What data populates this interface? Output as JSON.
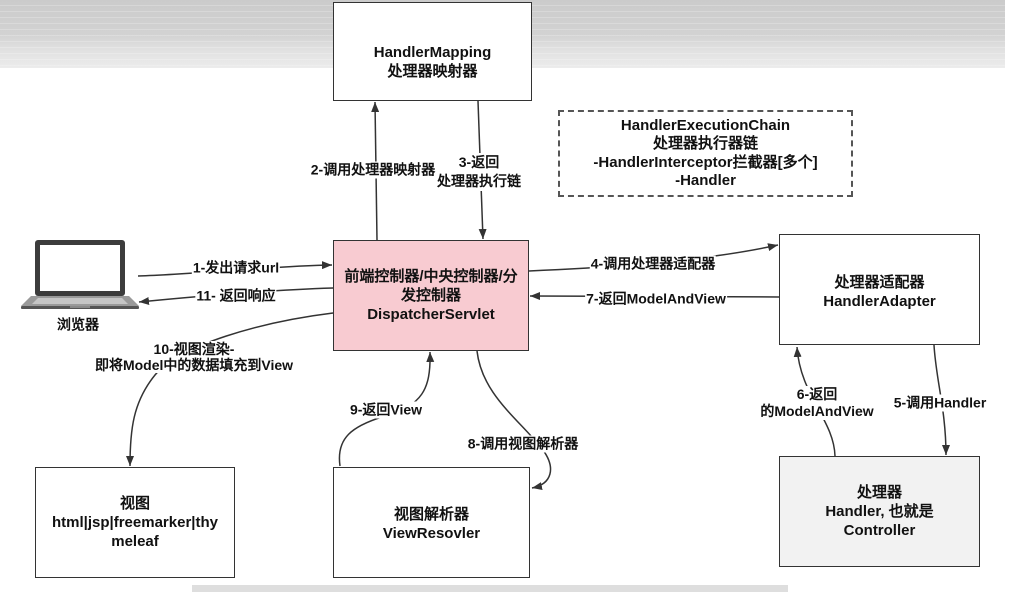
{
  "diagram": {
    "handler_mapping": {
      "name": "HandlerMapping",
      "cn": "处理器映射器"
    },
    "execution_chain": {
      "line1": "HandlerExecutionChain",
      "line2": "处理器执行器链",
      "line3": "-HandlerInterceptor拦截器[多个]",
      "line4": "-Handler"
    },
    "dispatcher": {
      "line1": "前端控制器/中央控制器/分",
      "line2": "发控制器",
      "line3": "DispatcherServlet"
    },
    "handler_adapter": {
      "cn": "处理器适配器",
      "name": "HandlerAdapter"
    },
    "handler": {
      "line1": "处理器",
      "line2": "Handler, 也就是",
      "line3": "Controller"
    },
    "view_resolver": {
      "cn": "视图解析器",
      "name": "ViewResovler"
    },
    "view": {
      "line1": "视图",
      "line2": "html|jsp|freemarker|thy",
      "line3": "meleaf"
    },
    "browser": {
      "label": "浏览器",
      "icon": "laptop-icon"
    }
  },
  "steps": {
    "s1": "1-发出请求url",
    "s2": "2-调用处理器映射器",
    "s3_line1": "3-返回",
    "s3_line2": "处理器执行链",
    "s4": "4-调用处理器适配器",
    "s5": "5-调用Handler",
    "s6_line1": "6-返回",
    "s6_line2": "的ModelAndView",
    "s7": "7-返回ModelAndView",
    "s8": "8-调用视图解析器",
    "s9": "9-返回View",
    "s10_line1": "10-视图渲染-",
    "s10_line2": "即将Model中的数据填充到View",
    "s11": "11- 返回响应"
  },
  "colors": {
    "dispatcher_fill": "#f8cbd1",
    "handler_fill": "#f2f2f2"
  }
}
